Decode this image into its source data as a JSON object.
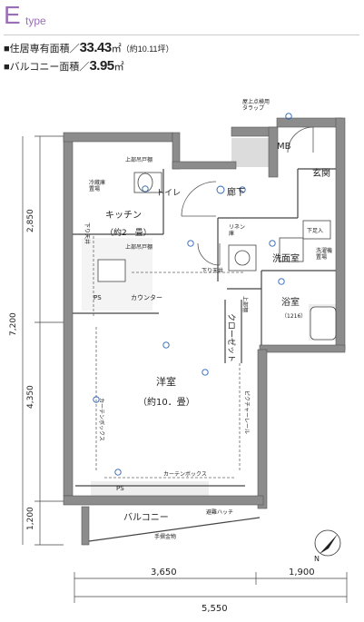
{
  "header": {
    "type_letter": "E",
    "type_word": "type",
    "floor_area_label": "■住居専有面積／",
    "floor_area_value": "33.43",
    "floor_area_unit": "㎡",
    "floor_area_tsubo": "（約10.11坪）",
    "balcony_label": "■バルコニー面積／",
    "balcony_value": "3.95",
    "balcony_unit": "㎡"
  },
  "rooms": {
    "rooftop_trap": "屋上点検用\nタラップ",
    "mb": "MB",
    "entrance": "玄関",
    "shoe_box": "下足入",
    "corridor": "廊下",
    "toilet": "トイレ",
    "kitchen": "キッチン",
    "kitchen_size": "（約2　畳）",
    "washing_room": "洗面室",
    "linen": "リネン\n庫",
    "washer": "洗濯機\n置場",
    "closet": "クローゼット",
    "upper_shelf": "上部棚",
    "bathroom": "浴室",
    "bath_size": "（1216）",
    "western_room": "洋室",
    "western_size": "（約10．畳）",
    "balcony": "バルコニー",
    "counter": "カウンター",
    "ps1": "PS",
    "ps2": "PS",
    "curtain_box": "カーテンボックス",
    "curtain_box_v": "カーテンボックス",
    "picture_rail": "ピクチャーレール",
    "ceiling_drop1": "下り天井",
    "ceiling_drop2": "下り天井",
    "upper_cabinet1": "上部吊戸棚",
    "upper_cabinet2": "上部吊戸棚",
    "refrigerator": "冷蔵庫\n置場",
    "evac_hatch": "避難ハッチ",
    "railing": "手摺金物",
    "compass_n": "N"
  },
  "dimensions": {
    "left_top": "2,850",
    "left_total": "7,200",
    "left_mid": "4,350",
    "left_bottom": "1,200",
    "bottom_a": "3,650",
    "bottom_b": "1,900",
    "bottom_total": "5,550"
  },
  "colors": {
    "accent": "#9a6fb8",
    "wall": "#8c8c8c",
    "wall_dark": "#555555",
    "icon_blue": "#2a62b5",
    "dim_line": "#444444"
  }
}
